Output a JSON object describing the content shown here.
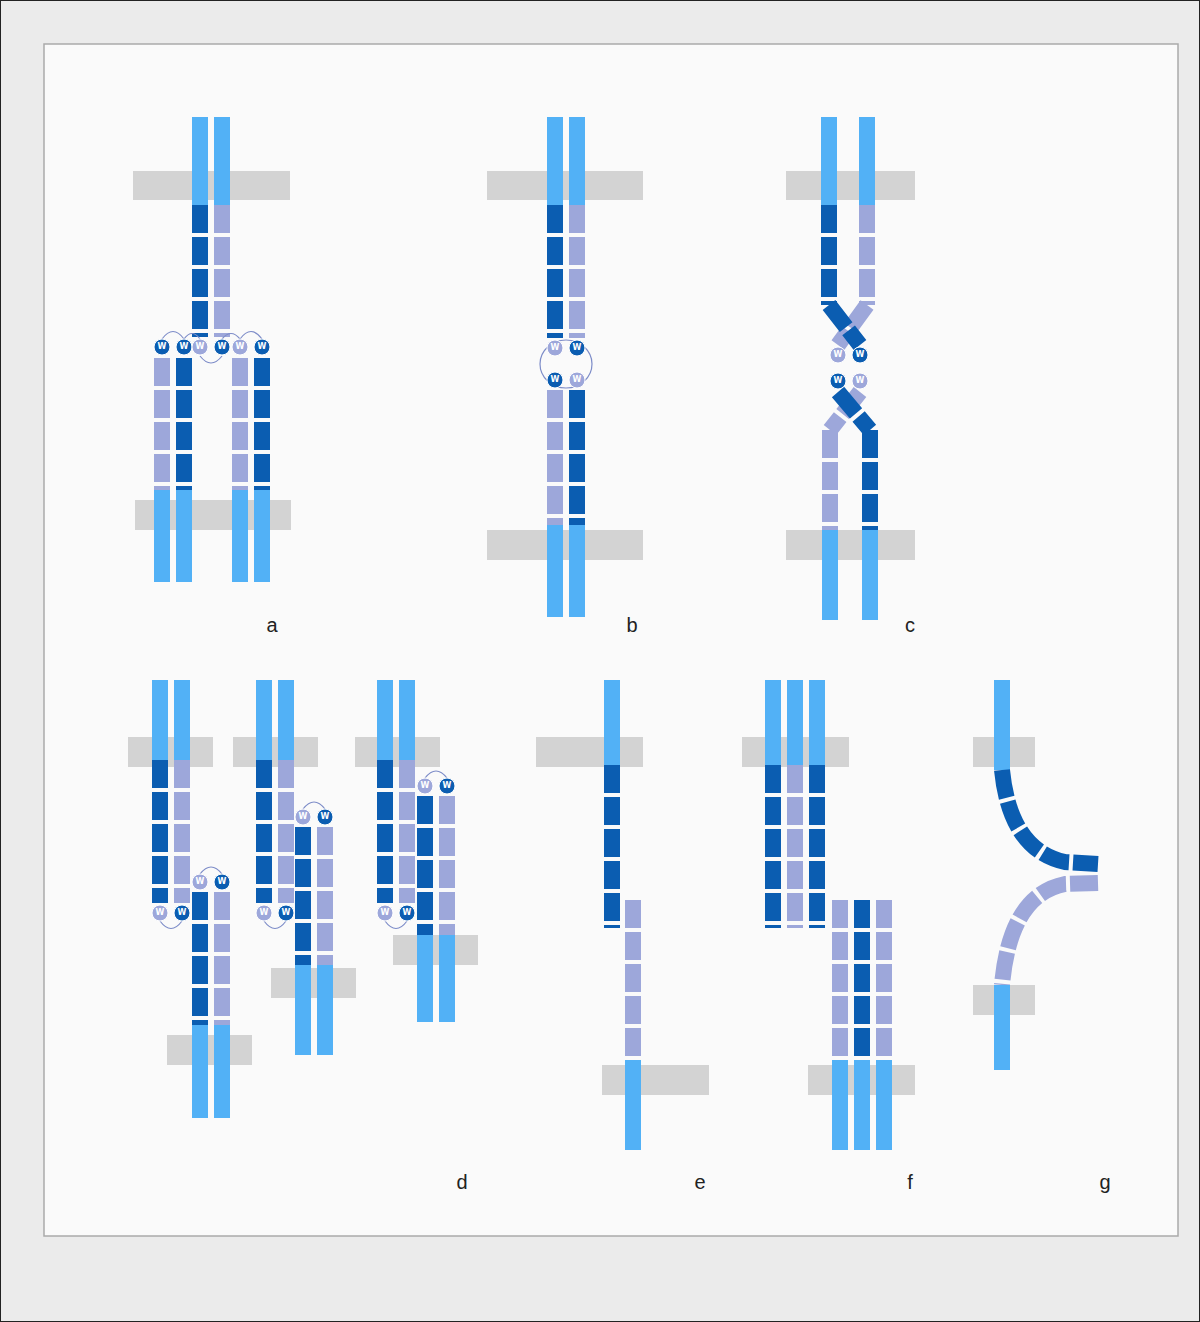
{
  "diagram": {
    "labels": [
      "W",
      "W",
      "W",
      "W",
      "W",
      "W",
      "a",
      "W",
      "W",
      "W",
      "W",
      "b",
      "W",
      "W",
      "W",
      "W",
      "c",
      "W",
      "W",
      "W",
      "W",
      "W",
      "W",
      "W",
      "W",
      "W",
      "W",
      "W",
      "W",
      "d",
      "e",
      "f",
      "g"
    ]
  }
}
